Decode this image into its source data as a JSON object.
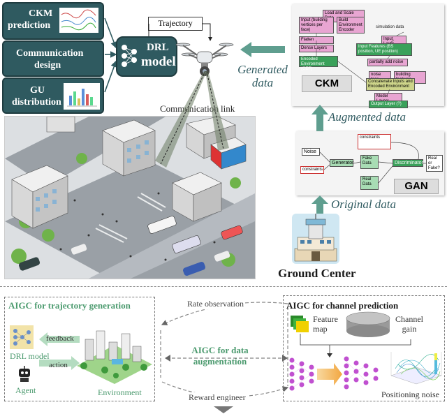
{
  "left_panel": {
    "items": [
      {
        "line1": "CKM",
        "line2": "prediction"
      },
      {
        "line1": "Communication",
        "line2": "design"
      },
      {
        "line1": "GU",
        "line2": "distribution"
      }
    ]
  },
  "drl": {
    "line1": "DRL",
    "line2": "model"
  },
  "trajectory_label": "Trajectory",
  "communication_link_label": "Communication link",
  "generated_data_label": {
    "line1": "Generated",
    "line2": "data"
  },
  "augmented_data_label": "Augmented data",
  "original_data_label": "Original data",
  "ground_center_label": "Ground Center",
  "ckm_panel": {
    "title": "CKM",
    "blocks": [
      "Load and Scale Data",
      "Input (building vertices per face)",
      "Build Environment Encoder",
      "simulation data",
      "Flatten",
      "Input Layer",
      "Input Features (BS position, UE position)",
      "Dense Layers",
      "partially add noise",
      "Encoded Environment (CEF)",
      "noise tags",
      "building features",
      "Concatenate Inputs and Encoded Environment",
      "Model Layers",
      "Output Layer (?)"
    ]
  },
  "gan_panel": {
    "title": "GAN",
    "blocks": [
      "Noise",
      "constraints",
      "Generator",
      "Fake Data",
      "Real Data",
      "Discriminator",
      "constraints",
      "Real or Fake?"
    ]
  },
  "bottom": {
    "aigc_traj_title": "AIGC for trajectory generation",
    "aigc_channel_title": "AIGC for channel prediction",
    "aigc_aug_line1": "AIGC for data",
    "aigc_aug_line2": "augmentation",
    "rate_observation": "Rate observation",
    "reward_engineer": "Reward engineer",
    "feedback": "feedback",
    "action": "action",
    "drl_model": "DRL model",
    "agent": "Agent",
    "environment": "Environment",
    "feature_map_line1": "Feature",
    "feature_map_line2": "map",
    "channel_gain_line1": "Channel",
    "channel_gain_line2": "gain",
    "positioning_noise": "Positioning noise"
  },
  "colors": {
    "teal": "#2f5a60",
    "arrow_teal": "#5f9e8f",
    "ckm_green": "#3aa15a",
    "pink": "#e8a5d2",
    "gan_green": "#a8dcb4"
  }
}
